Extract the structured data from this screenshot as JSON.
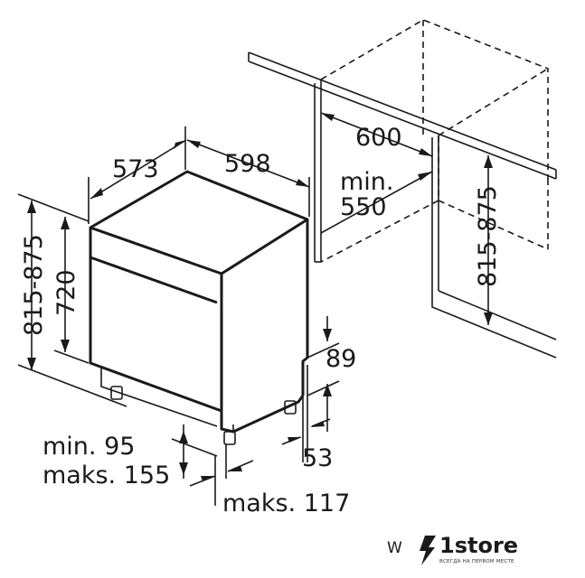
{
  "dimensions": {
    "width_top": "598",
    "depth_top": "573",
    "height_side": "815-875",
    "height_body": "720",
    "niche_width": "600",
    "niche_min_label": "min.",
    "niche_min_value": "550",
    "niche_height": "815-875",
    "plinth_height": "89",
    "plinth_depth": "53",
    "kick_min": "min. 95",
    "kick_max": "maks. 155",
    "foot_offset": "maks. 117"
  },
  "watermark": {
    "prefix": "W",
    "brand": "1store",
    "tagline": "ВСЕГДА НА ПЕРВОМ МЕСТЕ"
  },
  "colors": {
    "line": "#1a1a1a",
    "background": "#ffffff"
  }
}
